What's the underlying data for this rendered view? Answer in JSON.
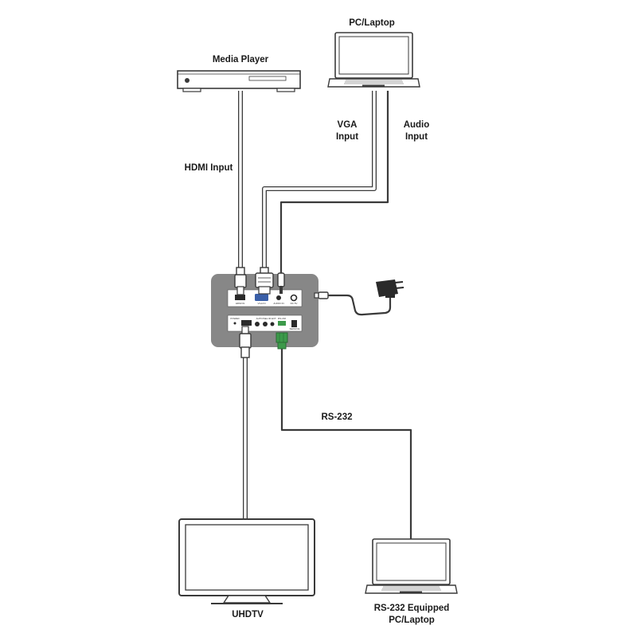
{
  "labels": {
    "media_player": "Media Player",
    "pc_laptop": "PC/Laptop",
    "hdmi_input": "HDMI Input",
    "vga_input_1": "VGA",
    "vga_input_2": "Input",
    "audio_input_1": "Audio",
    "audio_input_2": "Input",
    "rs232": "RS-232",
    "uhdtv": "UHDTV",
    "rs232_pc_1": "RS-232 Equipped",
    "rs232_pc_2": "PC/Laptop"
  },
  "panel_labels": {
    "hdmi_in": "HDMI IN",
    "vga_in": "VGA IN",
    "audio_in": "AUDIO IN",
    "dc_in": "DC 5V",
    "power": "POWER",
    "hdmi_out": "HDMI OUT",
    "auto_sel": "AUTO/SEL",
    "ir": "IR EXT",
    "rs232": "RS-232",
    "service": "SERVICE"
  },
  "colors": {
    "cable": "#3a3a3a",
    "cable_fill": "#ffffff",
    "device_body": "#888888",
    "panel": "#ffffff",
    "vga_blue": "#3a5fa8",
    "rs232_green": "#3c9a4a"
  }
}
